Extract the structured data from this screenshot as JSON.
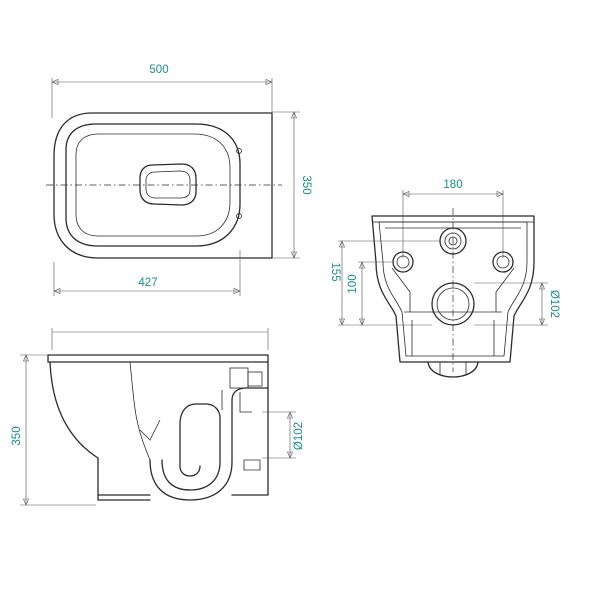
{
  "colors": {
    "line": "#2b2b2b",
    "dimension_text": "#1a8f8a",
    "background": "#ffffff"
  },
  "top_view": {
    "width_label": "500",
    "depth_label": "350",
    "inner_length_label": "427"
  },
  "rear_view": {
    "inlet_spacing_label": "180",
    "outlet_diameter_label": "Ø102",
    "outlet_height_label": "100",
    "inlet_height_label": "155"
  },
  "side_view": {
    "height_label": "350",
    "outlet_diameter_label": "Ø102"
  }
}
